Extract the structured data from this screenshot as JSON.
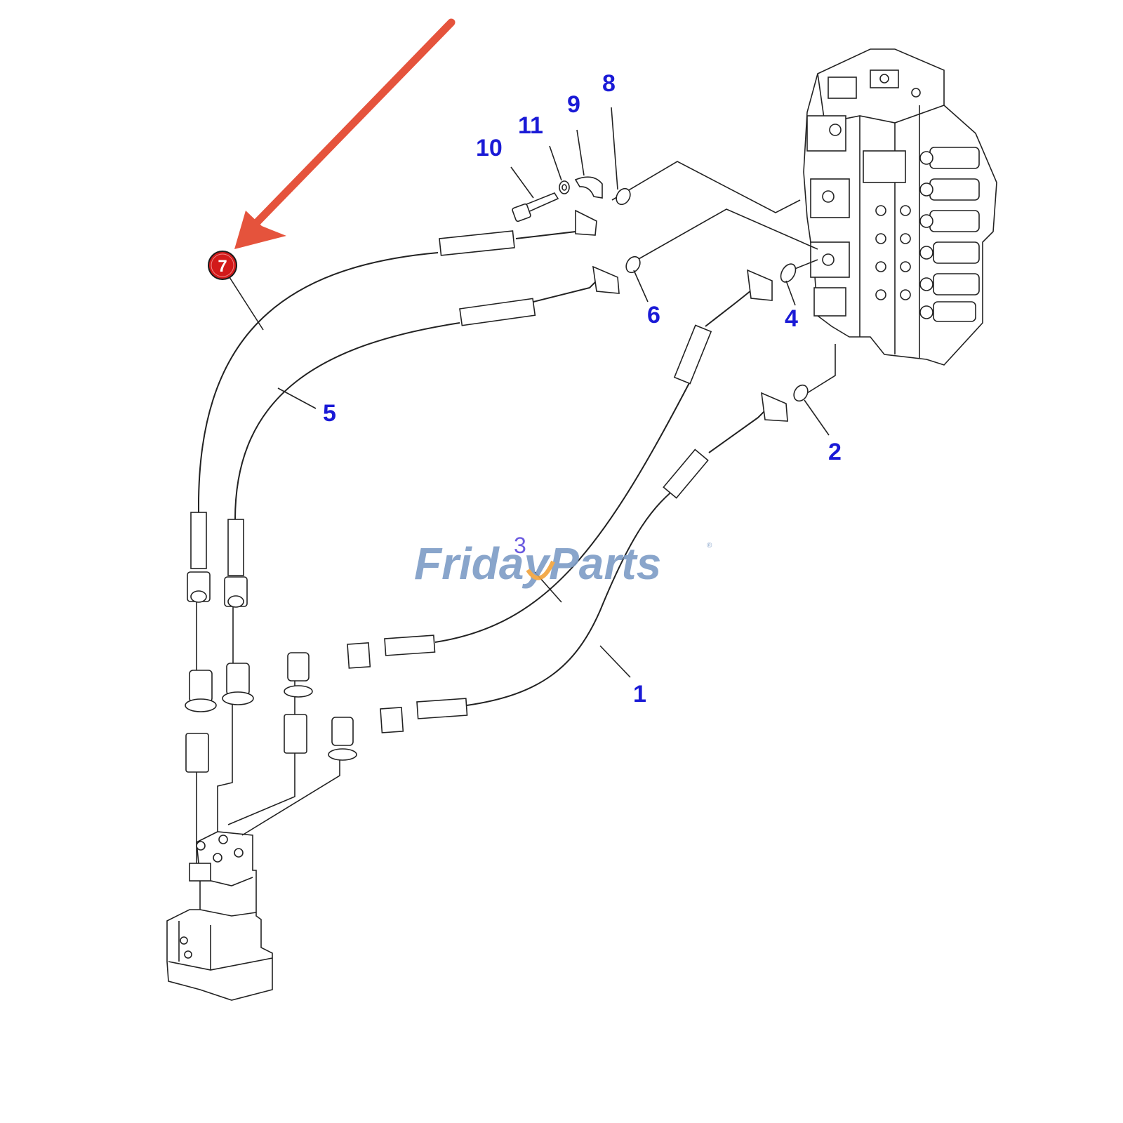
{
  "callouts": {
    "c1": "1",
    "c2": "2",
    "c3": "3",
    "c4": "4",
    "c5": "5",
    "c6": "6",
    "c8": "8",
    "c9": "9",
    "c10": "10",
    "c11": "11"
  },
  "highlight": {
    "label": "7",
    "badge_color": "#d21a1a",
    "arrow_color": "#e5533c"
  },
  "watermark": {
    "text": "FridayParts",
    "registered": "®",
    "color": "#7d9cc6",
    "accent": "#f2a33a"
  }
}
